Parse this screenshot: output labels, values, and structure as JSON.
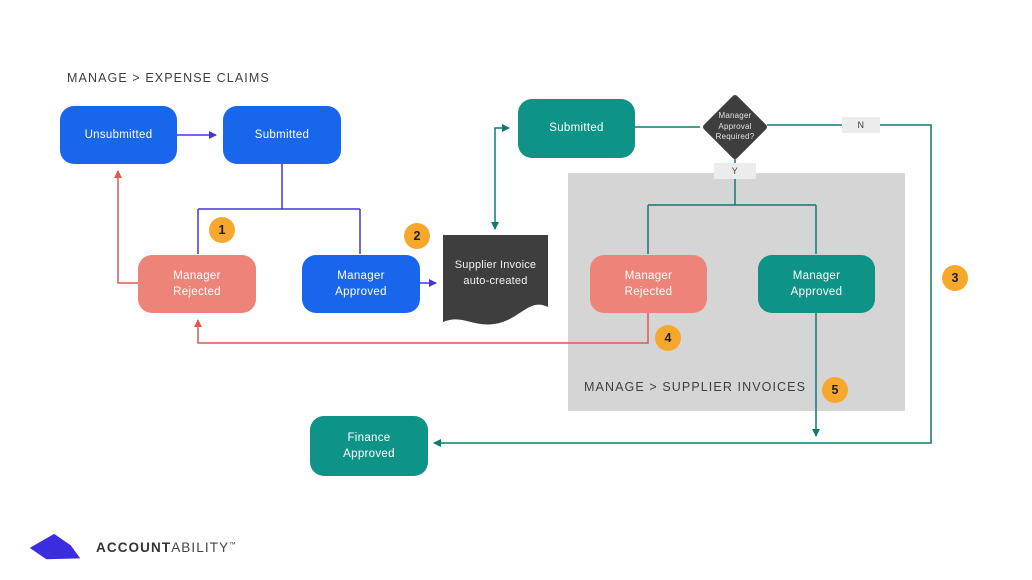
{
  "headings": {
    "expense_claims": "MANAGE > EXPENSE CLAIMS",
    "supplier_invoices": "MANAGE > SUPPLIER INVOICES"
  },
  "expense_flow": {
    "unsubmitted": "Unsubmitted",
    "submitted": "Submitted",
    "manager_rejected": "Manager Rejected",
    "manager_approved": "Manager Approved"
  },
  "document": {
    "label": "Supplier Invoice auto-created"
  },
  "supplier_flow": {
    "submitted": "Submitted",
    "decision": "Manager Approval Required?",
    "decision_yes": "Y",
    "decision_no": "N",
    "manager_rejected": "Manager Rejected",
    "manager_approved": "Manager Approved",
    "finance_approved": "Finance Approved"
  },
  "badges": [
    "1",
    "2",
    "3",
    "4",
    "5"
  ],
  "logo": {
    "bold": "ACCOUNT",
    "light": "ABILITY",
    "trademark": "™"
  },
  "colors": {
    "node_blue": "#1766ec",
    "node_teal": "#0d9486",
    "node_salmon": "#ee8379",
    "node_dark": "#3e3e3e",
    "region_gray": "#d5d5d5",
    "badge_orange": "#f6a82c",
    "line_purple": "#4733e3",
    "line_red": "#e2584c",
    "line_teal": "#0e7b6f",
    "label_bg": "#ececec",
    "logo_blue": "#3a2de0"
  }
}
